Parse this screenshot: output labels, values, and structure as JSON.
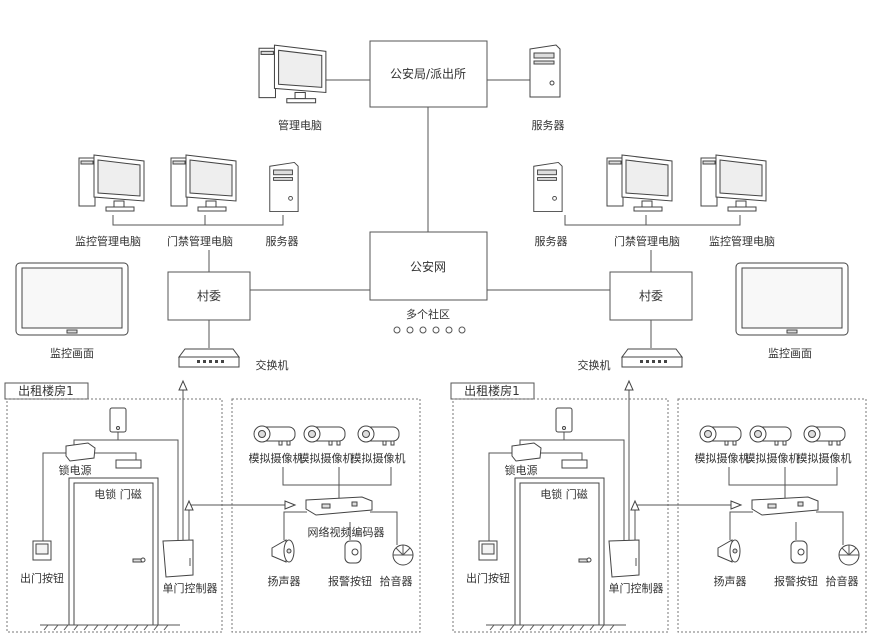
{
  "center": {
    "police_station": "公安局/派出所",
    "police_network": "公安网",
    "multi_community": "多个社区",
    "top_pc_label": "管理电脑",
    "top_server_label": "服务器"
  },
  "left": {
    "monitor_pc": "监控管理电脑",
    "access_pc": "门禁管理电脑",
    "server": "服务器",
    "village": "村委",
    "monitor_screen": "监控画面",
    "switch": "交换机",
    "building": {
      "title": "出租楼房1",
      "siren": "",
      "lock_power": "锁电源",
      "lock_magnet": "电锁 门磁",
      "exit_button": "出门按钮",
      "controller": "单门控制器",
      "cameras": [
        "模拟摄像机",
        "模拟摄像机",
        "模拟摄像机"
      ],
      "encoder": "网络视频编码器",
      "speaker": "扬声器",
      "alarm_button": "报警按钮",
      "pickup": "拾音器"
    }
  },
  "right": {
    "monitor_pc": "监控管理电脑",
    "access_pc": "门禁管理电脑",
    "server": "服务器",
    "village": "村委",
    "monitor_screen": "监控画面",
    "switch": "交换机",
    "building": {
      "title": "出租楼房1",
      "lock_power": "锁电源",
      "lock_magnet": "电锁 门磁",
      "exit_button": "出门按钮",
      "controller": "单门控制器",
      "cameras": [
        "模拟摄像机",
        "模拟摄像机",
        "模拟摄像机"
      ],
      "encoder": "",
      "speaker": "扬声器",
      "alarm_button": "报警按钮",
      "pickup": "拾音器"
    }
  }
}
